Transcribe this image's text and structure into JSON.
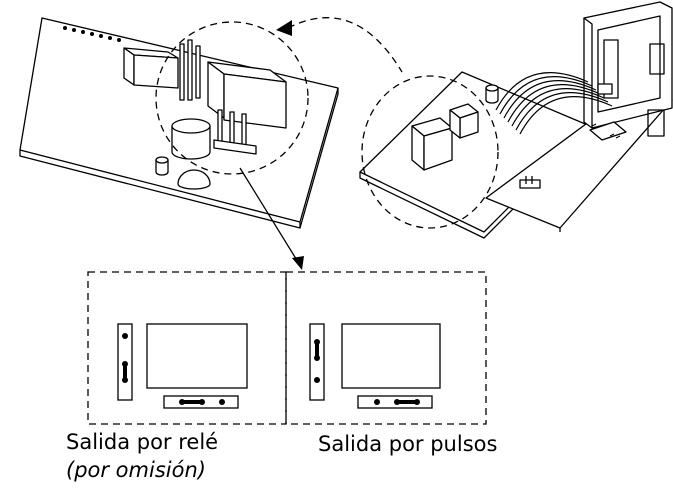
{
  "diagram": {
    "options": [
      {
        "label": "Salida por relé",
        "sublabel": "(por omisión)"
      },
      {
        "label": "Salida por pulsos"
      }
    ]
  }
}
